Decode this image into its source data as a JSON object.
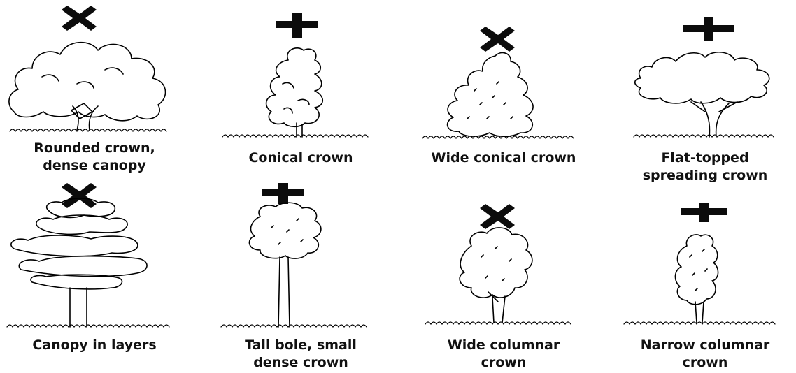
{
  "figures": [
    {
      "caption": "Rounded crown,\ndense canopy",
      "mark": "cross-x"
    },
    {
      "caption": "Conical crown",
      "mark": "cross-plus"
    },
    {
      "caption": "Wide conical crown",
      "mark": "cross-x"
    },
    {
      "caption": "Flat-topped\nspreading crown",
      "mark": "cross-plus"
    },
    {
      "caption": "Canopy in layers",
      "mark": "cross-x"
    },
    {
      "caption": "Tall bole, small\ndense crown",
      "mark": "cross-plus"
    },
    {
      "caption": "Wide columnar\ncrown",
      "mark": "cross-x"
    },
    {
      "caption": "Narrow columnar\ncrown",
      "mark": "cross-plus"
    }
  ]
}
